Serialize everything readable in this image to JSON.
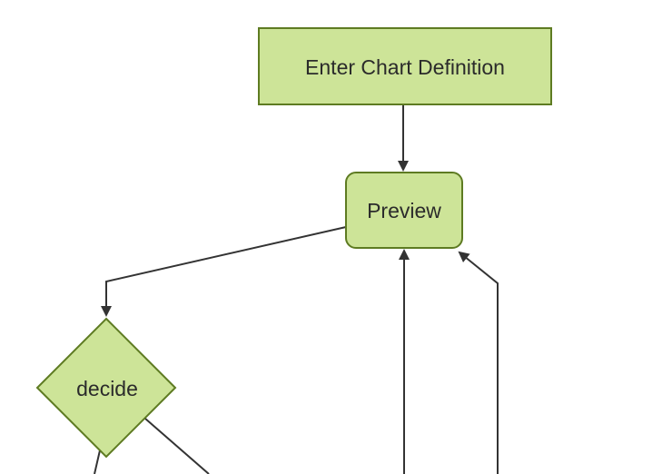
{
  "diagram": {
    "kind": "flowchart",
    "background": "#ffffff",
    "theme": {
      "node_fill": "#cde498",
      "node_stroke": "#5e7b22",
      "edge_color": "#333333",
      "text_color": "#2b2b2b"
    },
    "nodes": [
      {
        "id": "enter-chart-definition",
        "label": "Enter Chart Definition",
        "shape": "rectangle"
      },
      {
        "id": "preview",
        "label": "Preview",
        "shape": "rounded-rectangle"
      },
      {
        "id": "decide",
        "label": "decide",
        "shape": "diamond"
      }
    ],
    "edges": [
      {
        "from": "enter-chart-definition",
        "to": "preview",
        "arrow": true
      },
      {
        "from": "preview",
        "to": "decide",
        "arrow": true
      },
      {
        "from": "offscreen-bottom-center",
        "to": "preview",
        "arrow": true
      },
      {
        "from": "offscreen-bottom-right",
        "to": "preview",
        "arrow": true
      },
      {
        "from": "decide",
        "to": "offscreen-bottom-left",
        "arrow": false
      },
      {
        "from": "decide",
        "to": "offscreen-bottom-right",
        "arrow": false
      }
    ]
  }
}
